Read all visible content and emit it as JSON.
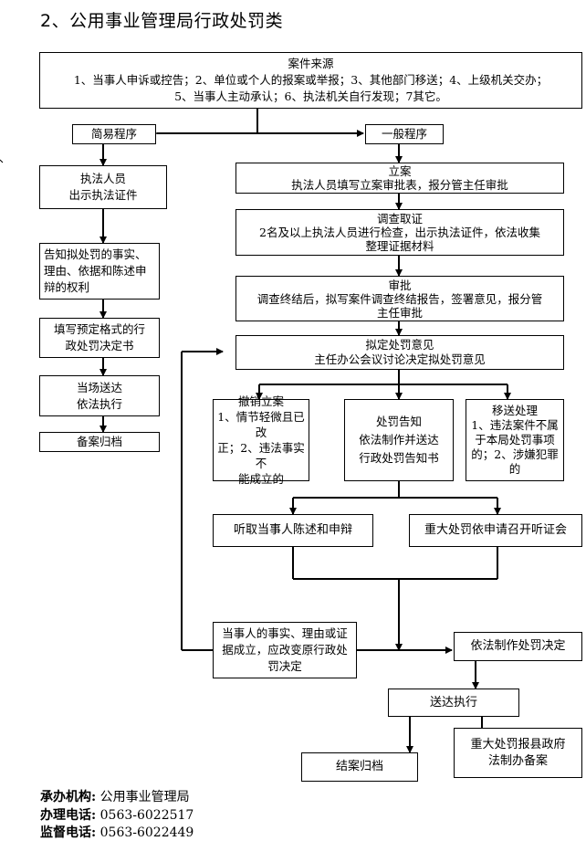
{
  "title": "2、公用事业管理局行政处罚类",
  "source_box": {
    "heading": "案件来源",
    "line1": "1、当事人申诉或控告；2、单位或个人的报案或举报；3、其他部门移送；4、上级机关交办；",
    "line2": "5、当事人主动承认；6、执法机关自行发现；7其它。"
  },
  "simple": {
    "label": "简易程序",
    "step1": [
      "执法人员",
      "出示执法证件"
    ],
    "step2": [
      "告知拟处罚的事实、",
      "理由、依据和陈述申",
      "辩的权利"
    ],
    "step3": [
      "填写预定格式的行",
      "政处罚决定书"
    ],
    "step4": [
      "当场送达",
      "依法执行"
    ],
    "step5": "备案归档"
  },
  "general": {
    "label": "一般程序",
    "filing": [
      "立案",
      "执法人员填写立案审批表，报分管主任审批"
    ],
    "investigation": [
      "调查取证",
      "2名及以上执法人员进行检查，出示执法证件，依法收集",
      "整理证据材料"
    ],
    "approval": [
      "审批",
      "调查终结后，拟写案件调查终结报告，签署意见，报分管",
      "主任审批"
    ],
    "proposal": [
      "拟定处罚意见",
      "主任办公会议讨论决定拟处罚意见"
    ],
    "revoke": [
      "撤销立案",
      "1、情节轻微且已改",
      "正；2、违法事实不",
      "能成立的"
    ],
    "notice": [
      "处罚告知",
      "依法制作并送达",
      "行政处罚告知书"
    ],
    "transfer": [
      "移送处理",
      "1、违法案件不属",
      "于本局处罚事项",
      "的；2、涉嫌犯罪",
      "的"
    ],
    "hear_statement": "听取当事人陈述和申辩",
    "hearing": "重大处罚依申请召开听证会",
    "change": [
      "当事人的事实、理由或证",
      "据成立，应改变原行政处",
      "罚决定"
    ],
    "make_decision": "依法制作处罚决定",
    "deliver": "送达执行",
    "archive": "结案归档",
    "report": [
      "重大处罚报县政府",
      "法制办备案"
    ]
  },
  "footer": {
    "agency_label": "承办机构:",
    "agency": "公用事业管理局",
    "phone_label": "办理电话:",
    "phone": "0563-6022517",
    "supervise_label": "监督电话:",
    "supervise_phone": "0563-6022449"
  }
}
